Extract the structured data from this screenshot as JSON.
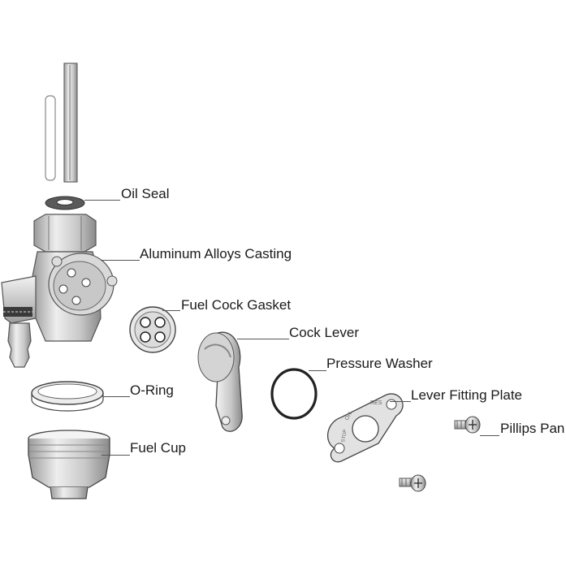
{
  "callouts": {
    "oil_seal": "Oil Seal",
    "casting": "Aluminum Alloys Casting",
    "gasket": "Fuel Cock Gasket",
    "lever": "Cock Lever",
    "pressure_washer": "Pressure Washer",
    "o_ring": "O-Ring",
    "fitting_plate": "Lever Fitting Plate",
    "fuel_cup": "Fuel Cup",
    "screw": "Pillips Pan"
  },
  "plate_marks": {
    "res": "RES",
    "on": "ON",
    "stop": "STOP"
  },
  "colors": {
    "line": "#555555",
    "metal_light": "#e6e6e6",
    "metal_mid": "#bdbdbd",
    "metal_dark": "#8a8a8a"
  }
}
